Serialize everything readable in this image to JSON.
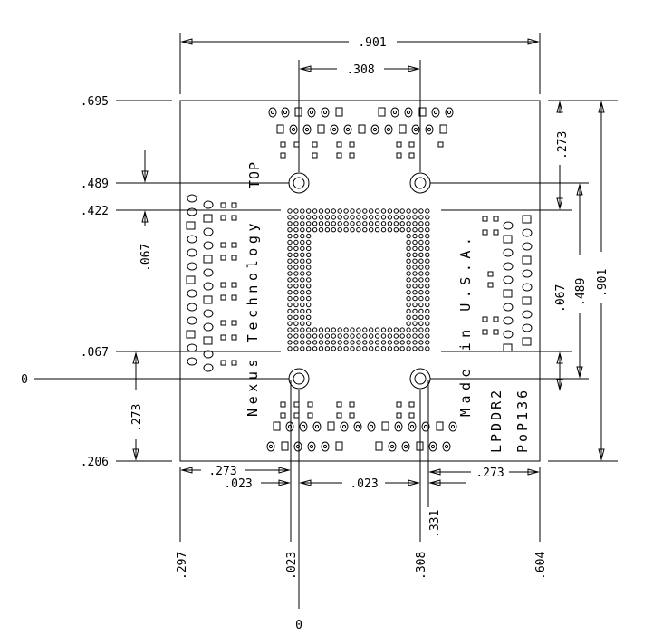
{
  "drawing": {
    "board_text": {
      "top": "TOP",
      "left": "Nexus Technology",
      "right": "Made in U.S.A.",
      "part": "LPDDR2",
      "package": "PoP136"
    },
    "dimensions": {
      "top_width": ".901",
      "top_hole_spacing": ".308",
      "left_695": ".695",
      "left_489": ".489",
      "left_422": ".422",
      "left_067_vertical": ".067",
      "left_067": ".067",
      "left_zero": "0",
      "left_273": ".273",
      "left_206": ".206",
      "bottom_273_left": ".273",
      "bottom_023_left": ".023",
      "bottom_023_mid": ".023",
      "bottom_273_right": ".273",
      "bottom_297": ".297",
      "bottom_023_vertical": ".023",
      "bottom_308": ".308",
      "bottom_331": ".331",
      "bottom_604": ".604",
      "bottom_zero": "0",
      "right_273": ".273",
      "right_489": ".489",
      "right_067": ".067",
      "right_901": ".901"
    }
  }
}
